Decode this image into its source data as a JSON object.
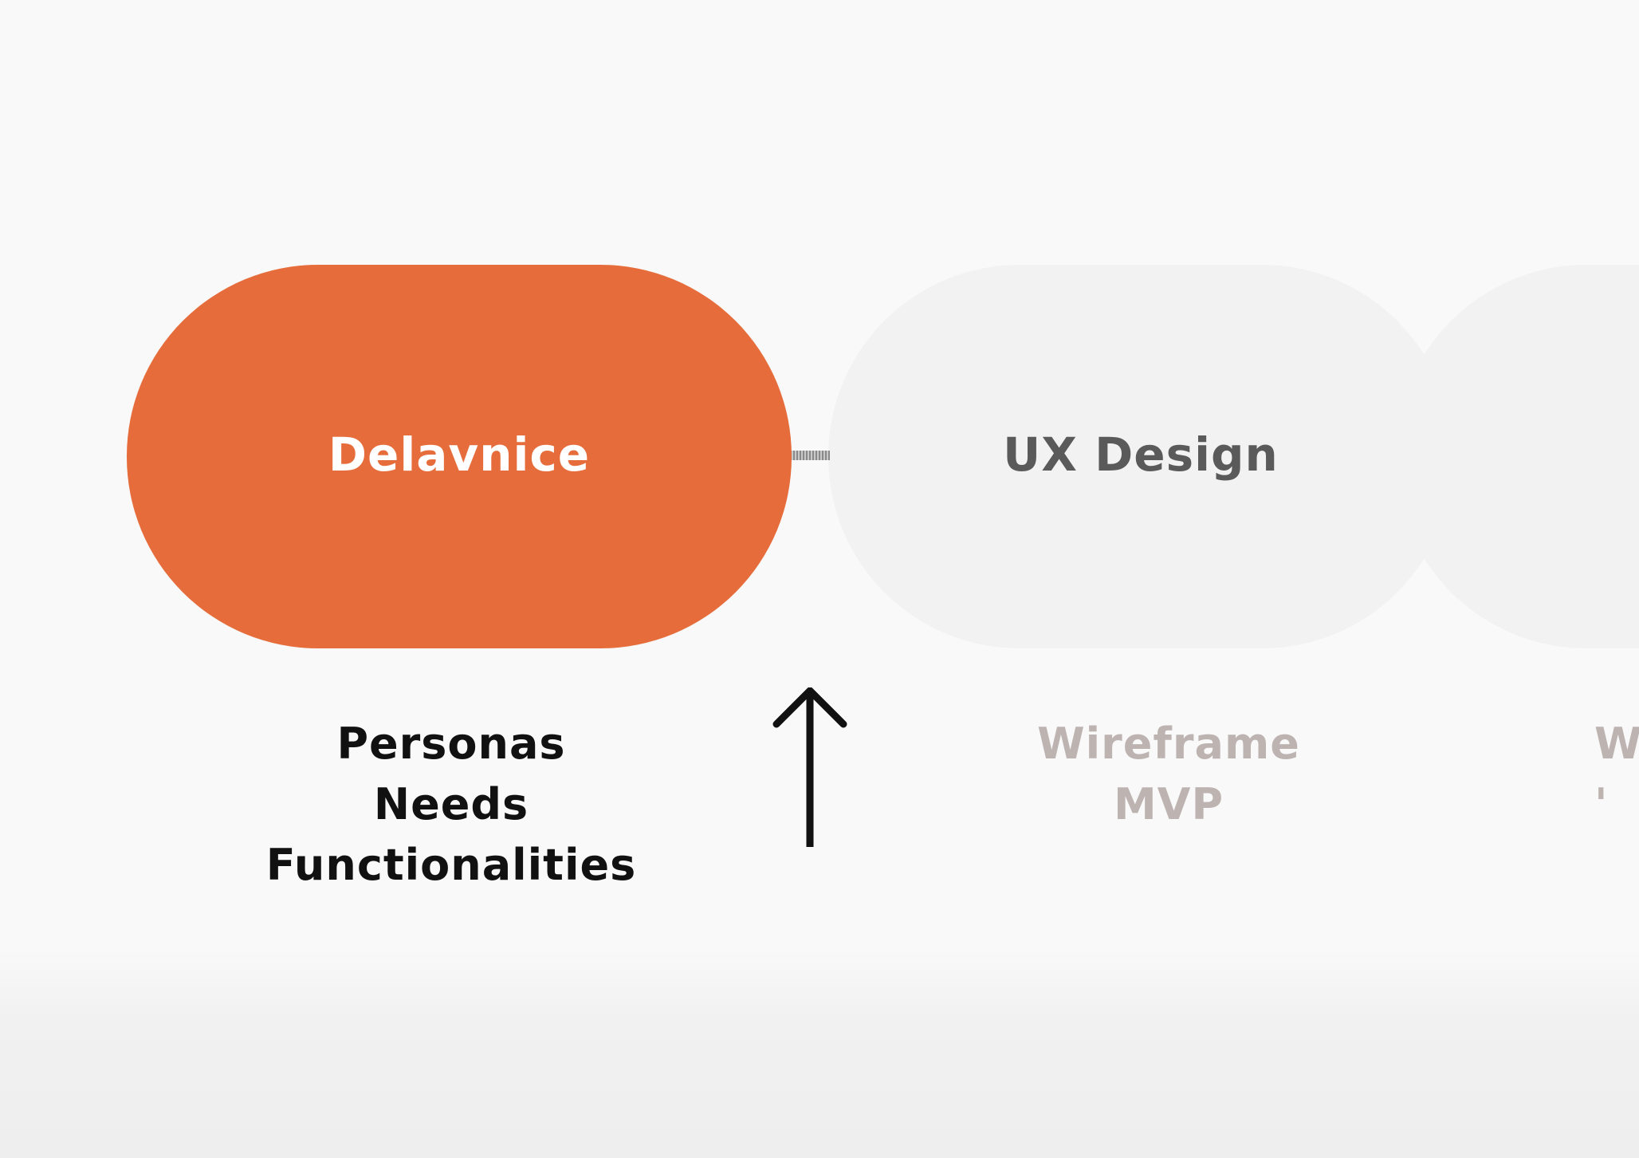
{
  "stages": [
    {
      "label": "Delavnice",
      "state": "active",
      "color": "#e66d3b",
      "details": [
        "Personas",
        "Needs",
        "Functionalities"
      ]
    },
    {
      "label": "UX Design",
      "state": "upcoming",
      "color": "#f2f2f2",
      "details": [
        "Wireframe",
        "MVP"
      ]
    },
    {
      "label": "",
      "state": "upcoming",
      "color": "#f2f2f2",
      "details": [
        "W",
        "'"
      ]
    }
  ],
  "indicator": {
    "icon": "arrow-up-icon"
  }
}
